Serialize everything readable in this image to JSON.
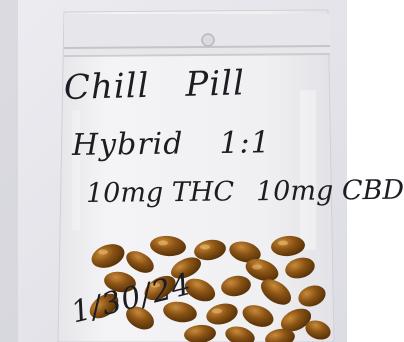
{
  "bag_label": {
    "line_1": [
      "Chill",
      "Pill"
    ],
    "line_2": [
      "Hybrid",
      "1:1"
    ],
    "line_3": [
      "10mg THC",
      "10mg CBD"
    ],
    "date": "1/30/24"
  },
  "colors": {
    "backdrop": "#e9e9ee",
    "bag_plastic": "#f1f1f3",
    "zip_strip": "#d8d8dc",
    "ink": "#1c1c22",
    "capsule_amber": "#7a4a10"
  }
}
